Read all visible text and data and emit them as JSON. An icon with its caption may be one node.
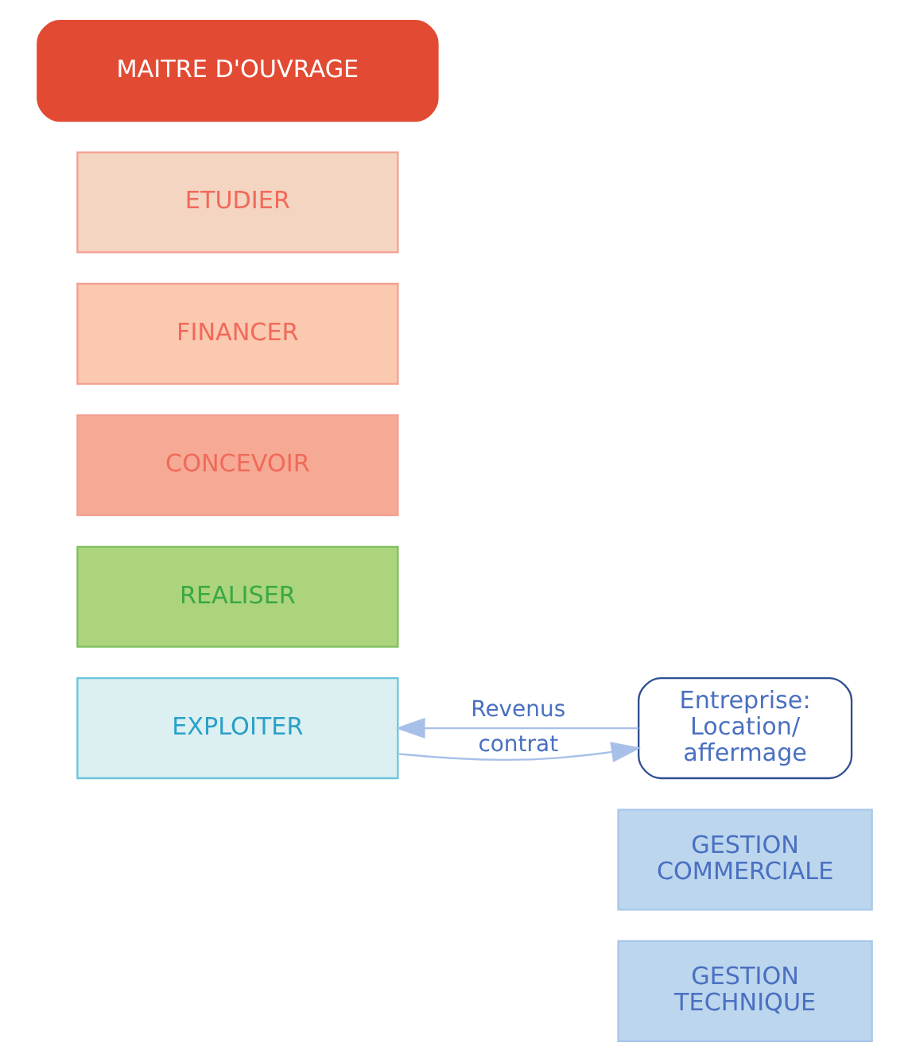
{
  "diagram": {
    "nodes": [
      {
        "text": [
          "MAITRE D'OUVRAGE"
        ]
      },
      {
        "text": [
          "ETUDIER"
        ]
      },
      {
        "text": [
          "FINANCER"
        ]
      },
      {
        "text": [
          "CONCEVOIR"
        ]
      },
      {
        "text": [
          "REALISER"
        ]
      },
      {
        "text": [
          "EXPLOITER"
        ]
      },
      {
        "text": [
          "Entreprise:",
          "Location/ affermage"
        ]
      },
      {
        "text": [
          "GESTION COMMERCIALE"
        ]
      },
      {
        "text": [
          "GESTION TECHNIQUE"
        ]
      }
    ],
    "edges": [
      {
        "from": 5,
        "to": 6,
        "label": "contrat",
        "arrow": "to"
      },
      {
        "from": 6,
        "to": 5,
        "label": "Revenus",
        "arrow": "to"
      }
    ]
  }
}
